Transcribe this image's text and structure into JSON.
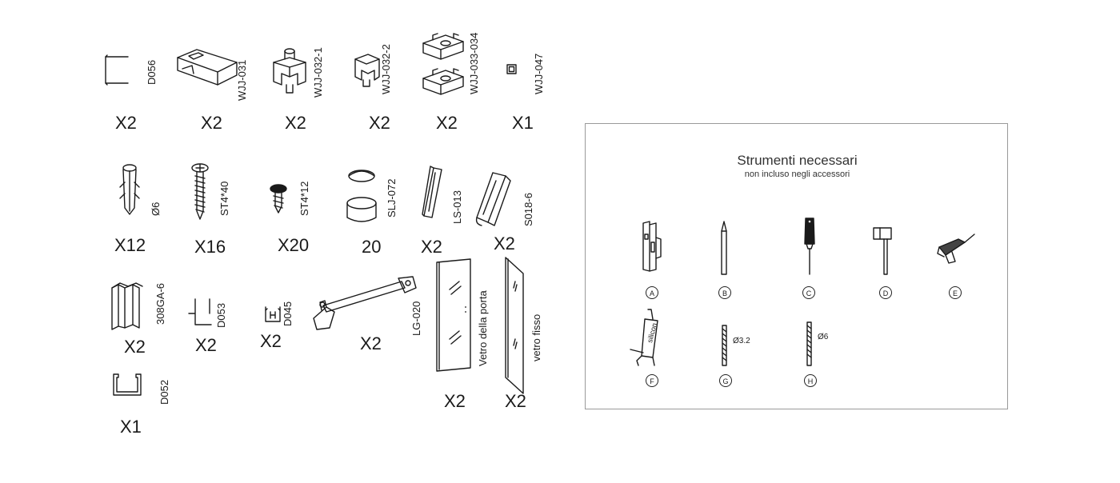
{
  "parts": [
    {
      "code": "D056",
      "qty": "X2",
      "icon": "u-channel-icon"
    },
    {
      "code": "WJJ-031",
      "qty": "X2",
      "icon": "block-clip-icon"
    },
    {
      "code": "WJJ-032-1",
      "qty": "X2",
      "icon": "glass-clamp-icon"
    },
    {
      "code": "WJJ-032-2",
      "qty": "X2",
      "icon": "glass-clamp-small-icon"
    },
    {
      "code": "WJJ-033-034",
      "qty": "X2",
      "icon": "hinge-bracket-pair-icon"
    },
    {
      "code": "WJJ-047",
      "qty": "X1",
      "icon": "square-cap-icon"
    },
    {
      "code": "Ø6",
      "qty": "X12",
      "icon": "wall-plug-icon"
    },
    {
      "code": "ST4*40",
      "qty": "X16",
      "icon": "long-screw-icon"
    },
    {
      "code": "ST4*12",
      "qty": "X20",
      "icon": "short-screw-icon"
    },
    {
      "code": "SLJ-072",
      "qty": "20",
      "icon": "screw-cap-icon"
    },
    {
      "code": "LS-013",
      "qty": "X2",
      "icon": "seal-strip-icon"
    },
    {
      "code": "S018-6",
      "qty": "X2",
      "icon": "deflector-strip-icon"
    },
    {
      "code": "308GA-6",
      "qty": "X2",
      "icon": "magnetic-profile-icon"
    },
    {
      "code": "D053",
      "qty": "X2",
      "icon": "l-profile-icon"
    },
    {
      "code": "D045",
      "qty": "X2",
      "icon": "h-profile-icon"
    },
    {
      "code": "LG-020",
      "qty": "X2",
      "icon": "support-bar-icon"
    },
    {
      "code": "Vetro della porta",
      "qty": "X2",
      "icon": "door-glass-icon"
    },
    {
      "code": "vetro fisso",
      "qty": "X2",
      "icon": "fixed-glass-icon"
    },
    {
      "code": "D052",
      "qty": "X1",
      "icon": "box-channel-icon"
    }
  ],
  "tools": {
    "title": "Strumenti necessari",
    "subtitle": "non incluso negli accessori",
    "items": [
      {
        "letter": "A",
        "icon": "spirit-level-icon"
      },
      {
        "letter": "B",
        "icon": "pencil-icon"
      },
      {
        "letter": "C",
        "icon": "screwdriver-icon"
      },
      {
        "letter": "D",
        "icon": "mallet-icon"
      },
      {
        "letter": "E",
        "icon": "power-drill-icon"
      },
      {
        "letter": "F",
        "icon": "silicone-gun-icon",
        "label": "silicon"
      },
      {
        "letter": "G",
        "icon": "drill-bit-icon",
        "dim": "Ø3.2"
      },
      {
        "letter": "H",
        "icon": "drill-bit-icon",
        "dim": "Ø6"
      }
    ]
  }
}
